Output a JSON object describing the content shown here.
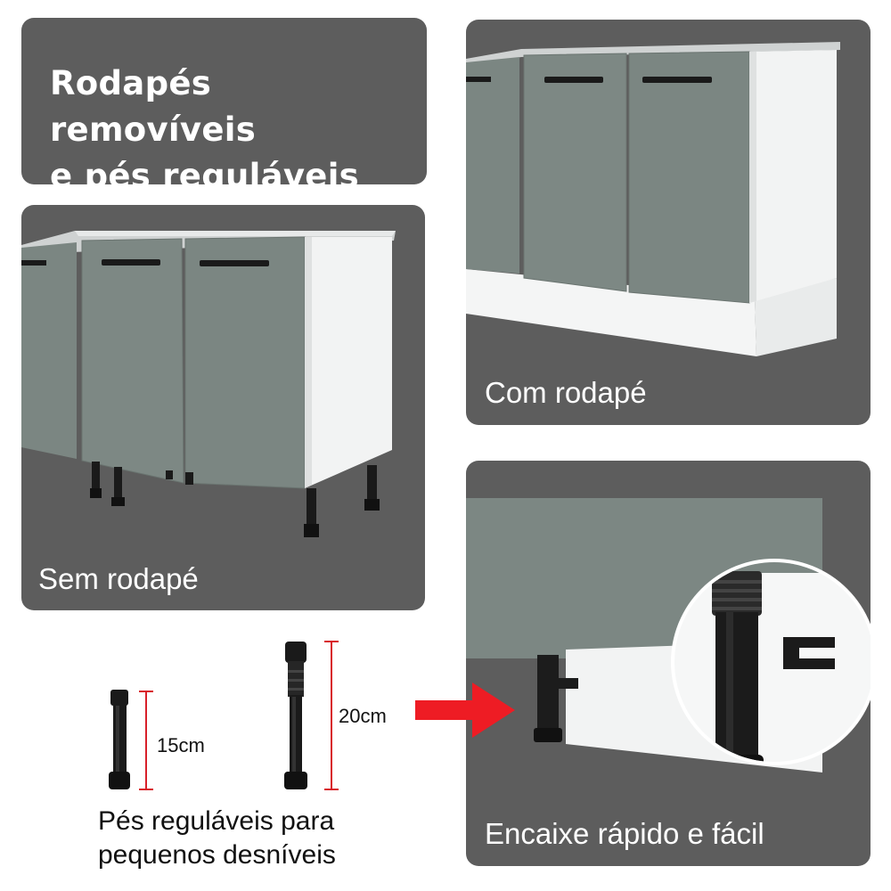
{
  "title_panel": {
    "line1": "Rodapés removíveis",
    "line2": "e pés reguláveis"
  },
  "panel_sem": {
    "caption": "Sem rodapé"
  },
  "panel_com": {
    "caption": "Com rodapé"
  },
  "panel_encaixe": {
    "caption": "Encaixe rápido e fácil"
  },
  "legs": {
    "short_label": "15cm",
    "tall_label": "20cm",
    "caption_line1": "Pés reguláveis para",
    "caption_line2": "pequenos desníveis"
  },
  "colors": {
    "panel_background": "#5d5d5d",
    "door_green_gray": "#7b8682",
    "cabinet_white": "#f2f3f3",
    "arrow_red": "#ee1c24",
    "measure_red": "#d8202a",
    "leg_black": "#1a1a1a"
  }
}
